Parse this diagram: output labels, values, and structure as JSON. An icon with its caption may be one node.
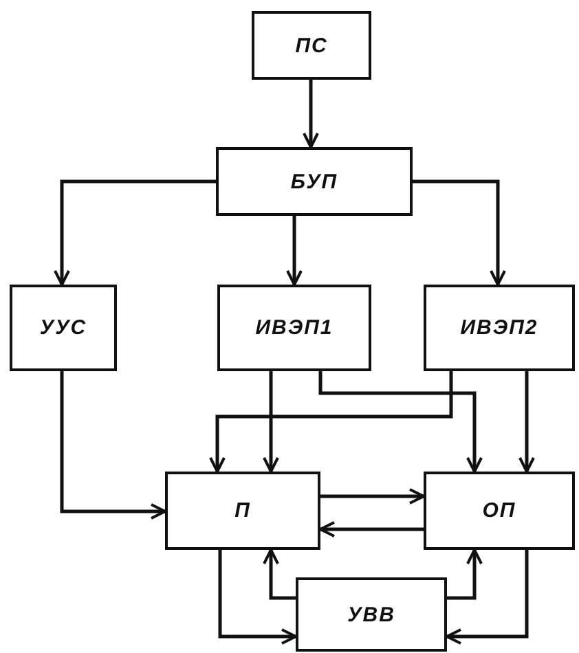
{
  "diagram": {
    "nodes": [
      {
        "text": [
          "ПС"
        ]
      },
      {
        "text": [
          "БУП"
        ]
      },
      {
        "text": [
          "УУС"
        ]
      },
      {
        "text": [
          "ИВЭП1"
        ]
      },
      {
        "text": [
          "ИВЭП2"
        ]
      },
      {
        "text": [
          "П"
        ]
      },
      {
        "text": [
          "ОП"
        ]
      },
      {
        "text": [
          "УВВ"
        ]
      }
    ],
    "edges": [
      {
        "from": 0,
        "to": 1,
        "arrow": "to"
      },
      {
        "from": 1,
        "to": 2,
        "arrow": "to"
      },
      {
        "from": 1,
        "to": 3,
        "arrow": "to"
      },
      {
        "from": 1,
        "to": 4,
        "arrow": "to"
      },
      {
        "from": 2,
        "to": 5,
        "arrow": "to"
      },
      {
        "from": 3,
        "to": 5,
        "arrow": "to"
      },
      {
        "from": 3,
        "to": 6,
        "arrow": "to"
      },
      {
        "from": 4,
        "to": 5,
        "arrow": "to"
      },
      {
        "from": 4,
        "to": 6,
        "arrow": "to"
      },
      {
        "from": 5,
        "to": 6,
        "arrow": "to"
      },
      {
        "from": 6,
        "to": 5,
        "arrow": "to"
      },
      {
        "from": 5,
        "to": 7,
        "arrow": "to"
      },
      {
        "from": 7,
        "to": 5,
        "arrow": "to"
      },
      {
        "from": 7,
        "to": 6,
        "arrow": "to"
      },
      {
        "from": 6,
        "to": 7,
        "arrow": "to"
      }
    ]
  }
}
